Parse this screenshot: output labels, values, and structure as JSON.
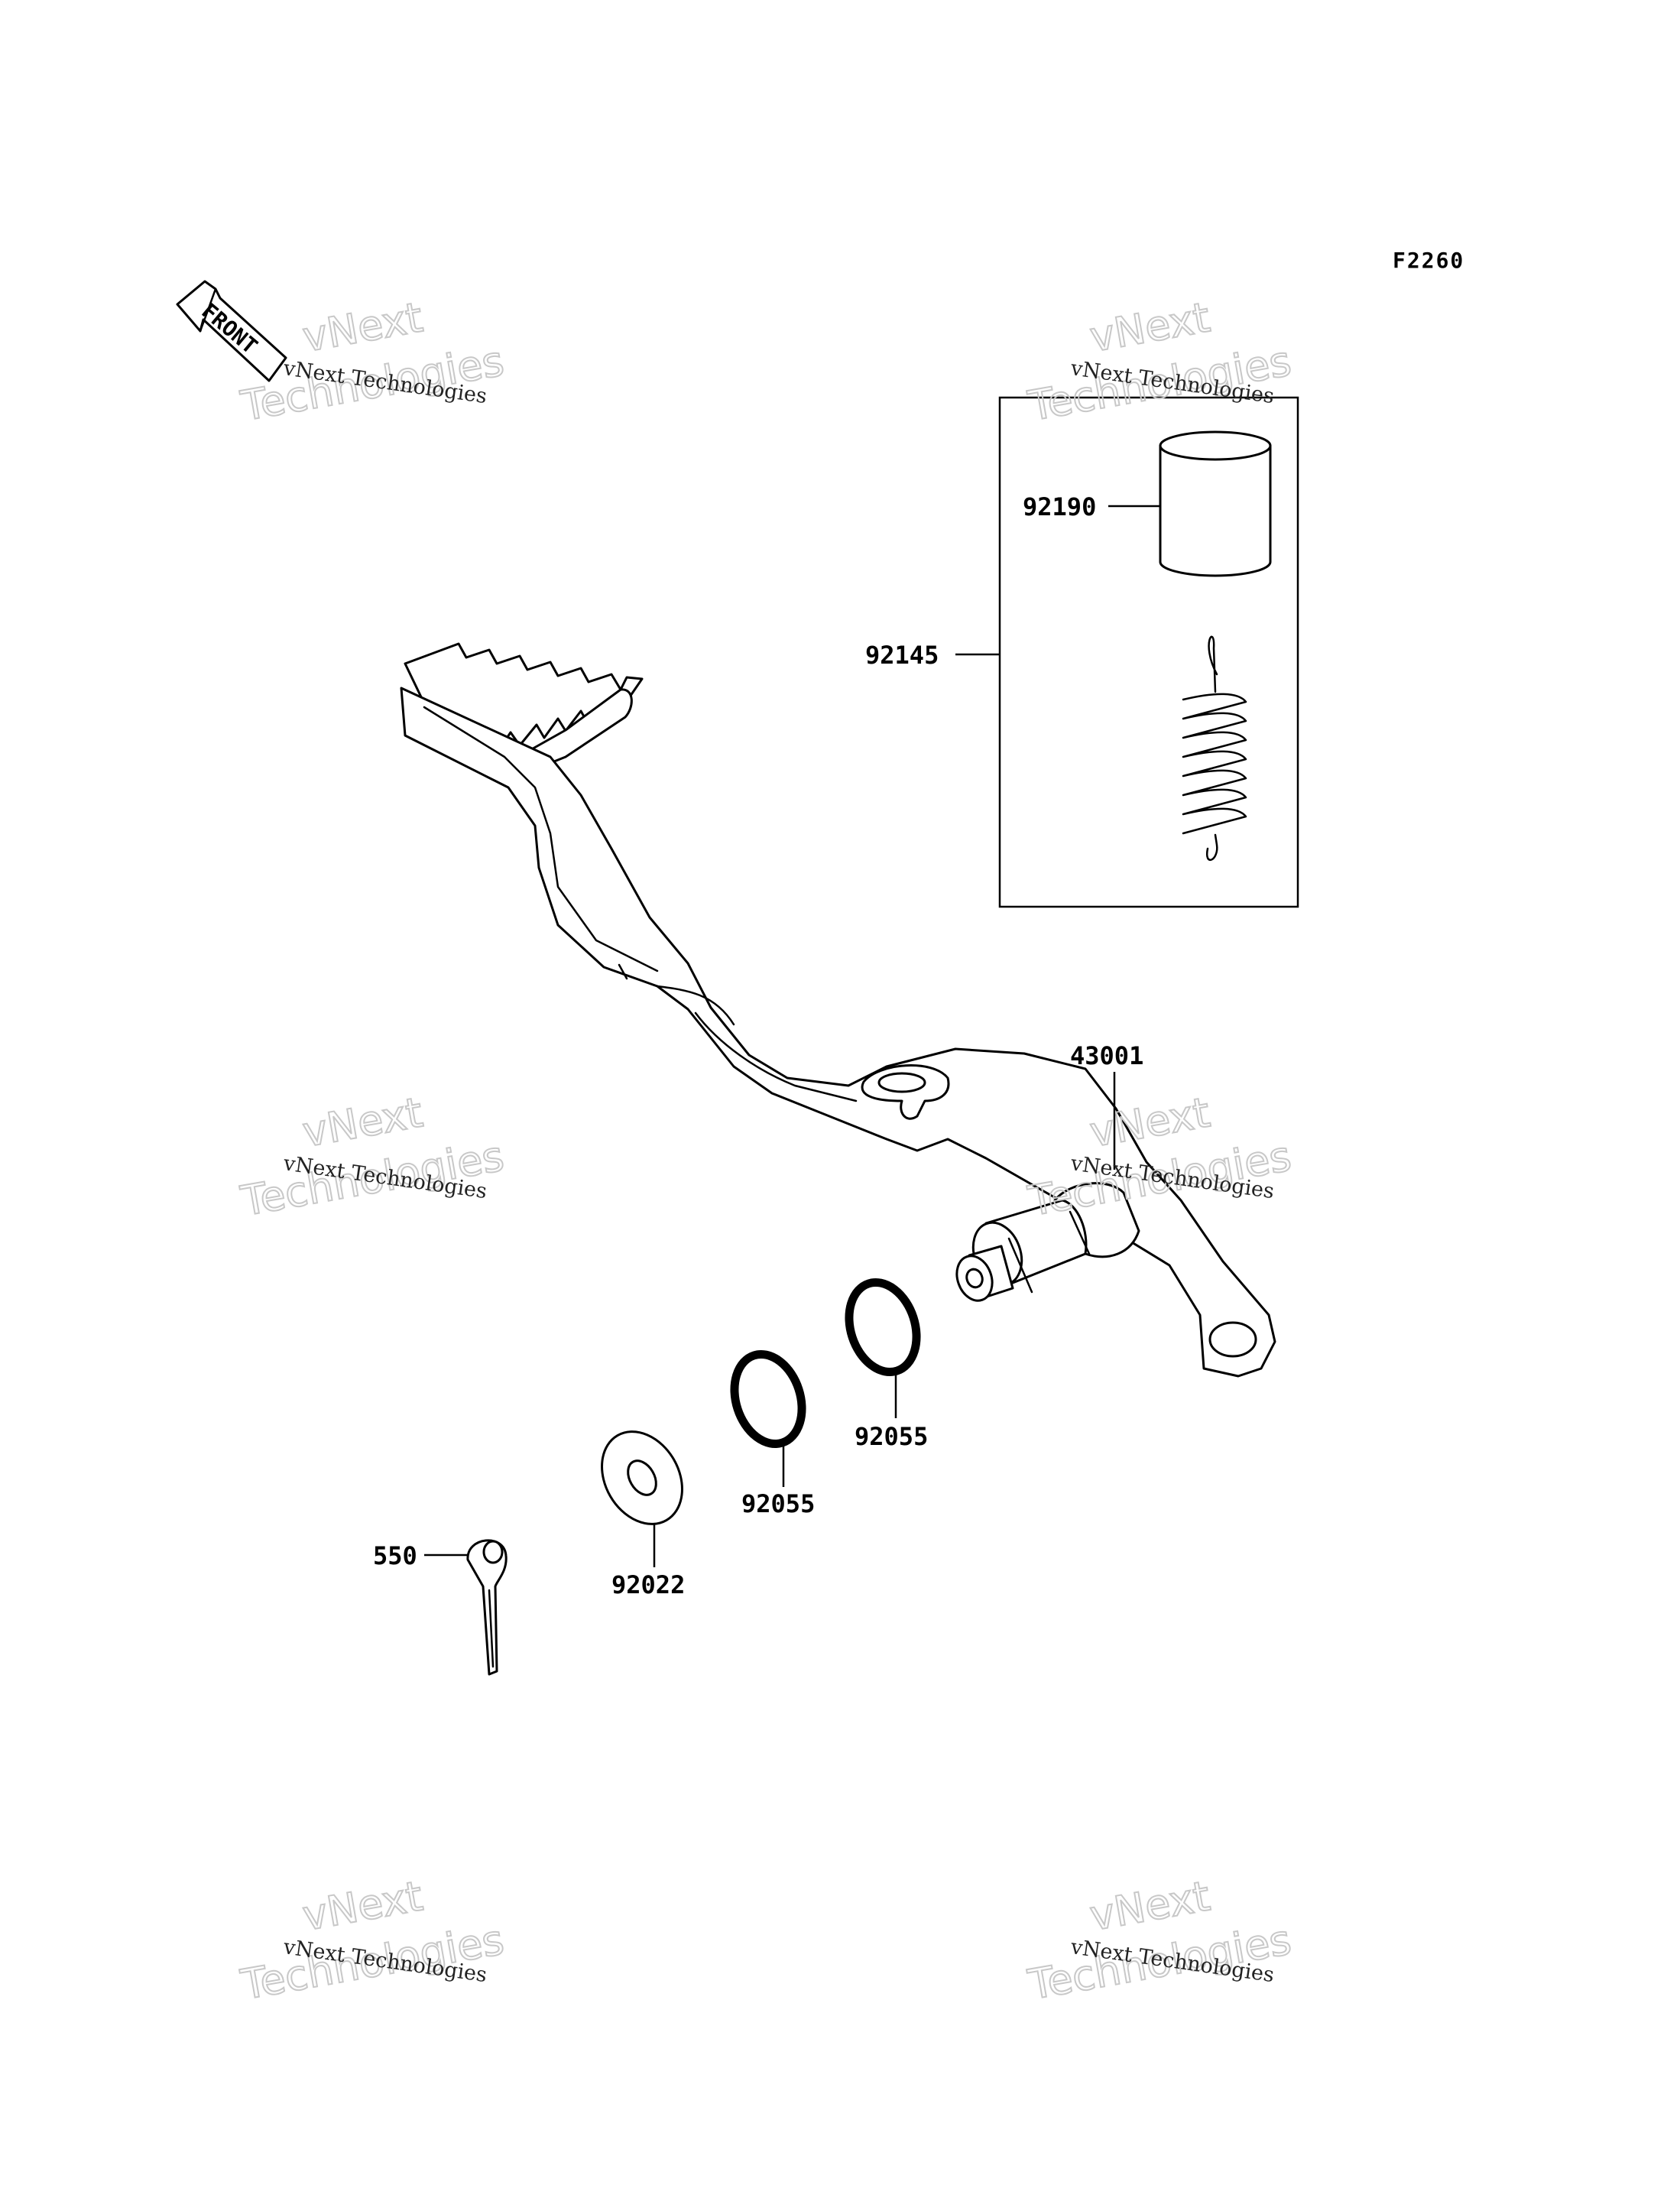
{
  "figure_id": "F2260",
  "front_label": "FRONT",
  "parts": {
    "pedal": "43001",
    "kit": "92145",
    "bushing": "92190",
    "o_ring_1": "92055",
    "o_ring_2": "92055",
    "washer": "92022",
    "cotter_pin": "550"
  },
  "watermark": {
    "brand_line": "vNext Technologies",
    "big_line1": "vNext",
    "big_line2": "Technologies"
  },
  "colors": {
    "ink": "#000000",
    "watermark_outline": "#c8c8c8"
  }
}
